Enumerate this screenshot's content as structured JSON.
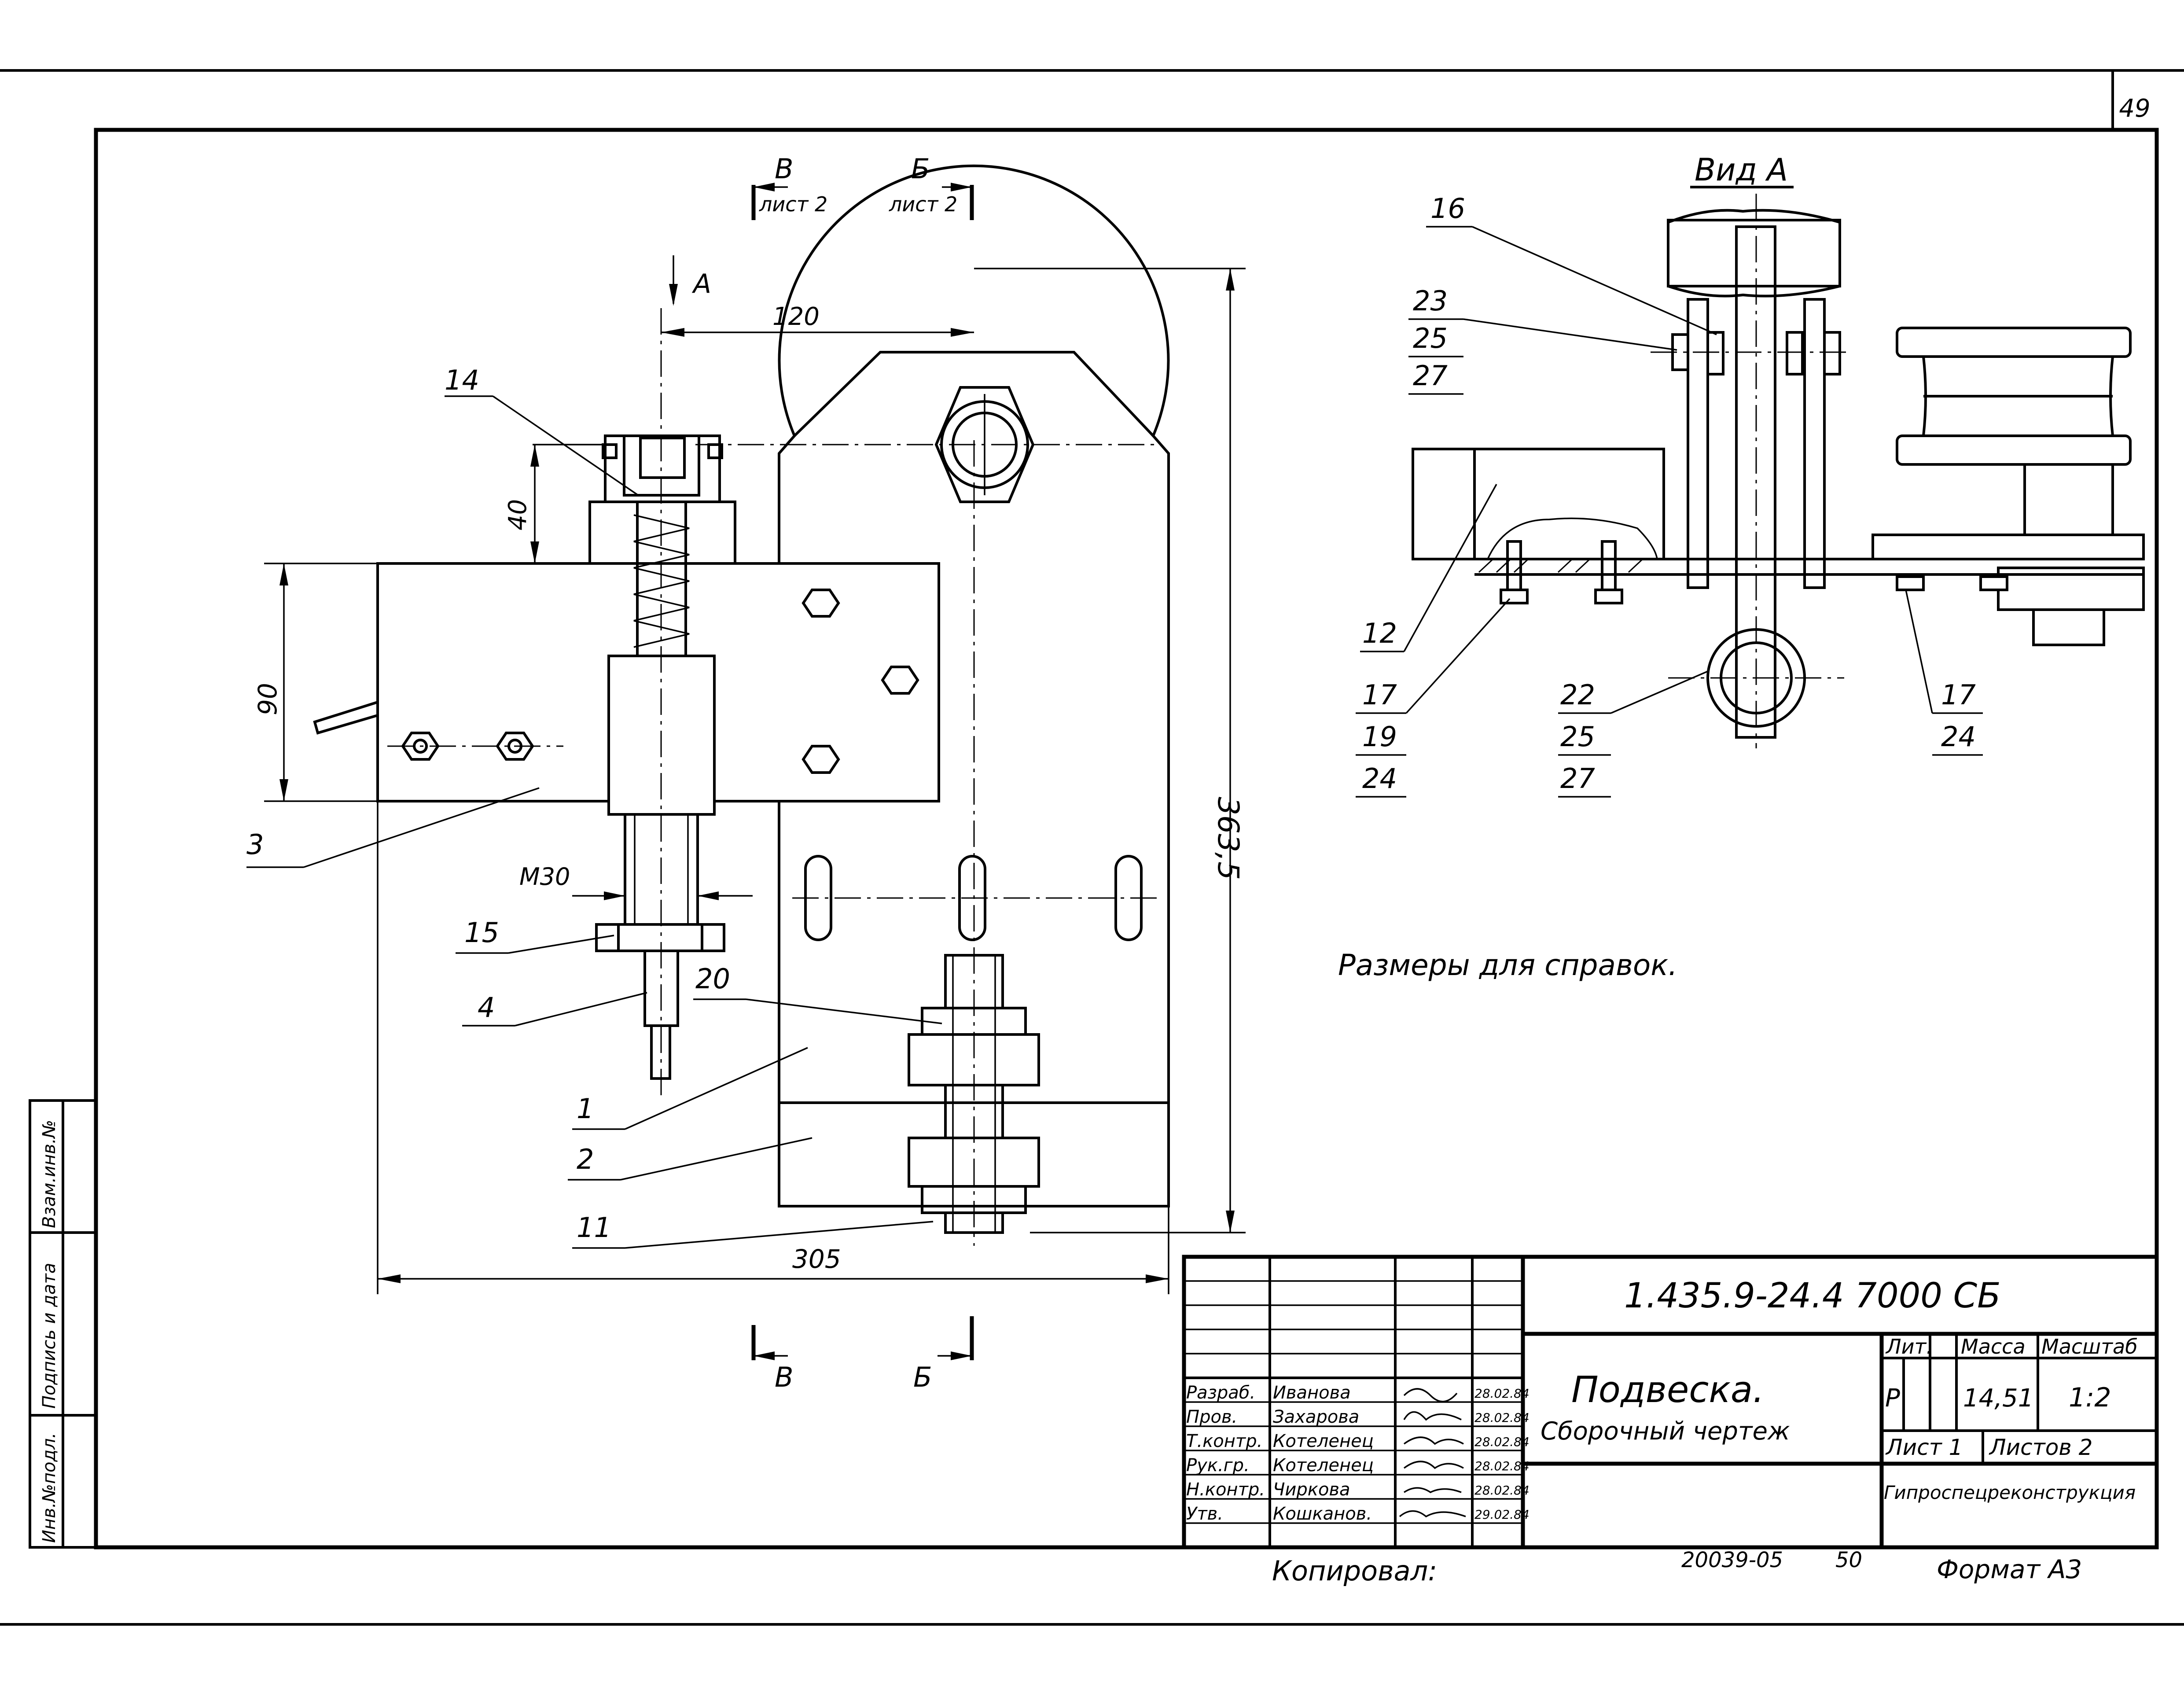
{
  "sheet_number": "49",
  "sections": {
    "v_top": "В",
    "v_top_sheet": "лист 2",
    "b_top": "Б",
    "b_top_sheet": "лист 2",
    "v_bottom": "В",
    "b_bottom": "Б",
    "view_a": "А"
  },
  "view_a_title": "Вид А",
  "dimensions": {
    "d120": "120",
    "d40": "40",
    "d90": "90",
    "d363": "363,5",
    "d305": "305",
    "dm30": "М30"
  },
  "callouts_main": [
    "14",
    "3",
    "15",
    "4",
    "20",
    "1",
    "2",
    "11"
  ],
  "callouts_view": {
    "c16": "16",
    "c23": "23",
    "c25a": "25",
    "c27a": "27",
    "c12": "12",
    "c17a": "17",
    "c19": "19",
    "c24a": "24",
    "c22": "22",
    "c25b": "25",
    "c27b": "27",
    "c17b": "17",
    "c24b": "24"
  },
  "note": "Размеры для справок.",
  "title_block": {
    "designation": "1.435.9-24.4 7000 СБ",
    "name": "Подвеска.",
    "doc_type": "Сборочный чертеж",
    "lit_label": "Лит.",
    "mass_label": "Масса",
    "scale_label": "Масштаб",
    "lit_value": "Р",
    "mass_value": "14,51",
    "scale_value": "1:2",
    "sheet_label": "Лист 1",
    "sheets_label": "Листов 2",
    "organization": "Гипроспецреконструкция",
    "roles": [
      {
        "role": "Разраб.",
        "name": "Иванова",
        "date": "28.02.84"
      },
      {
        "role": "Пров.",
        "name": "Захарова",
        "date": "28.02.84"
      },
      {
        "role": "Т.контр.",
        "name": "Котеленец",
        "date": "28.02.84"
      },
      {
        "role": "Рук.гр.",
        "name": "Котеленец",
        "date": "28.02.84"
      },
      {
        "role": "Н.контр.",
        "name": "Чиркова",
        "date": "28.02.84"
      },
      {
        "role": "Утв.",
        "name": "Кошканов.",
        "date": "29.02.84"
      }
    ]
  },
  "footer": {
    "copied": "Копировал:",
    "order": "20039-05",
    "order_sheet": "50",
    "format": "Формат А3"
  },
  "side_strip": [
    "Инв.№подл.",
    "Подпись и дата",
    "Взам.инв.№"
  ]
}
